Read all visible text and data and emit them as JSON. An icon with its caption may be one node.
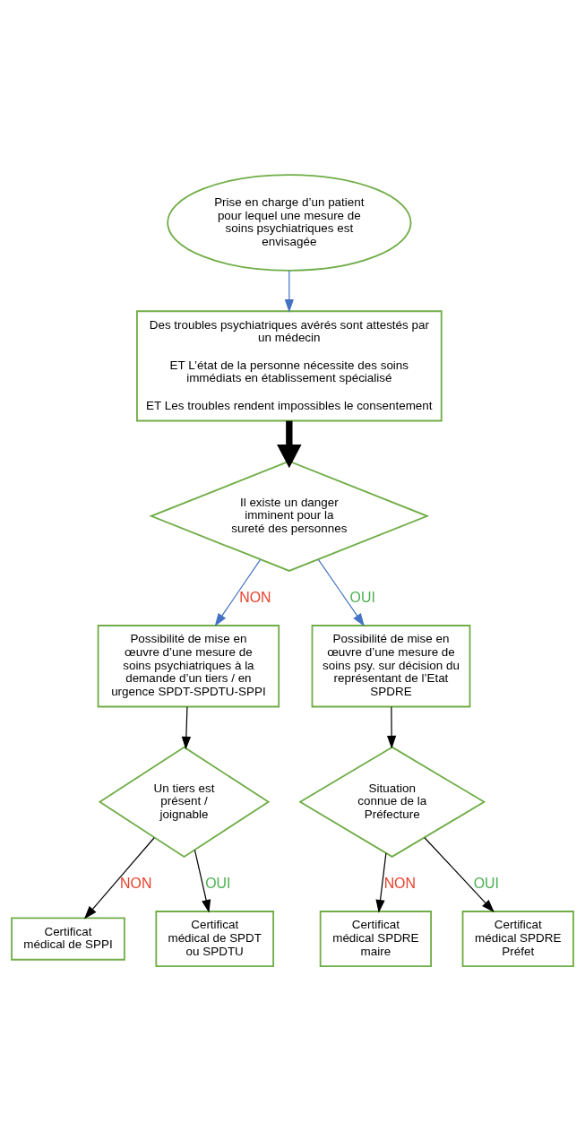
{
  "diagram": {
    "nodes": [
      {
        "text": [
          "Prise en charge d’un patient pour lequel une mesure de soins psychiatriques est envisagée"
        ]
      },
      {
        "text": [
          "Des troubles psychiatriques avérés sont attestés par un médecin",
          "ET L’état de la personne nécessite des soins immédiats en établissement spécialisé",
          "ET Les troubles rendent impossibles le consentement"
        ]
      },
      {
        "text": [
          "Il existe un danger imminent pour la sureté des personnes"
        ]
      },
      {
        "text": [
          "Possibilité de mise en œuvre d’une mesure de soins psychiatriques à la demande d’un tiers / en urgence SPDT-SPDTU-SPPI"
        ]
      },
      {
        "text": [
          "Possibilité de mise en œuvre d’une mesure de soins psy. sur décision du représentant de l’Etat SPDRE"
        ]
      },
      {
        "text": [
          "Un tiers est présent / joignable"
        ]
      },
      {
        "text": [
          "Situation connue de la Préfecture"
        ]
      },
      {
        "text": [
          "Certificat médical de SPPI"
        ]
      },
      {
        "text": [
          "Certificat médical de SPDT ou SPDTU"
        ]
      },
      {
        "text": [
          "Certificat médical SPDRE maire"
        ]
      },
      {
        "text": [
          "Certificat médical SPDRE Préfet"
        ]
      }
    ],
    "edges": [
      {
        "from": 0,
        "to": 1,
        "arrow": "to",
        "color": "#4472c4"
      },
      {
        "from": 1,
        "to": 2,
        "arrow": "to",
        "style": "thick"
      },
      {
        "from": 2,
        "to": 3,
        "arrow": "to",
        "label": "NON",
        "color": "#4472c4"
      },
      {
        "from": 2,
        "to": 4,
        "arrow": "to",
        "label": "OUI",
        "color": "#4472c4"
      },
      {
        "from": 3,
        "to": 5,
        "arrow": "to"
      },
      {
        "from": 4,
        "to": 6,
        "arrow": "to"
      },
      {
        "from": 5,
        "to": 7,
        "arrow": "to",
        "label": "NON"
      },
      {
        "from": 5,
        "to": 8,
        "arrow": "to",
        "label": "OUI"
      },
      {
        "from": 6,
        "to": 9,
        "arrow": "to",
        "label": "NON"
      },
      {
        "from": 6,
        "to": 10,
        "arrow": "to",
        "label": "OUI"
      }
    ]
  }
}
